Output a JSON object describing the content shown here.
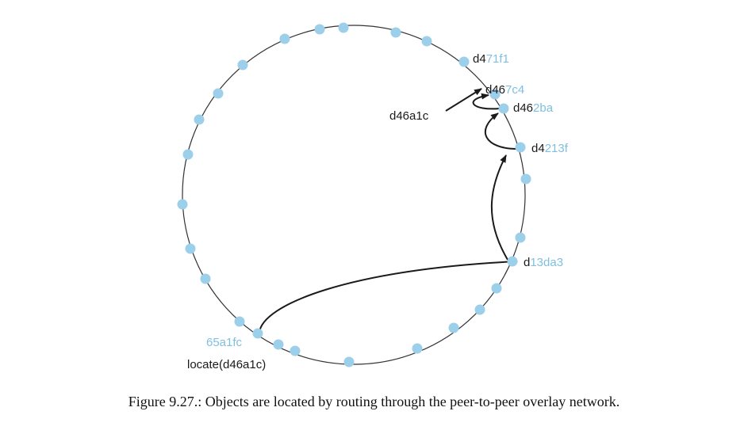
{
  "colors": {
    "node": "#9ccfea",
    "line": "#222222",
    "light_text": "#7fbfe0",
    "dark_text": "#1a1a1a"
  },
  "nodes": [
    {
      "id": "d471f1",
      "prefix": "d4",
      "suffix": "71f1"
    },
    {
      "id": "d467c4",
      "prefix": "d46",
      "suffix": "7c4"
    },
    {
      "id": "d462ba",
      "prefix": "d46",
      "suffix": "2ba"
    },
    {
      "id": "d4213f",
      "prefix": "d4",
      "suffix": "213f"
    },
    {
      "id": "d13da3",
      "prefix": "d",
      "suffix": "13da3"
    },
    {
      "id": "65a1fc",
      "prefix": "",
      "suffix": "65a1fc"
    }
  ],
  "key_label": "d46a1c",
  "request_label": "locate(d46a1c)",
  "caption": "Figure 9.27.: Objects are located by routing through the peer-to-peer overlay network."
}
